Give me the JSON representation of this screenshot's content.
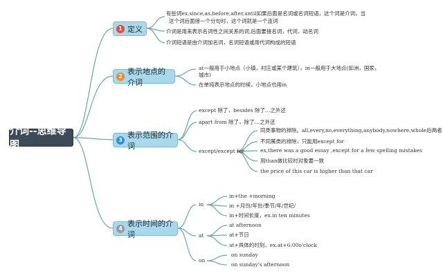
{
  "root": {
    "label": "介词--思维导图"
  },
  "branches": [
    {
      "number": "1",
      "badge_color": "#e54b3c",
      "label": "定义",
      "leaves": [
        "有些词ex.since,as,before,after,until如果后面是名词或名词短语，这个词是介词，当",
        "这个词后面接一个分句时，这个词就是一个连词",
        "介词是用来表示名词性之间关系的词,后面要接名词，代词，动名词",
        "介词短语是由介词加名词，名词短语或用代词构成的短语"
      ]
    },
    {
      "number": "2",
      "badge_color": "#f08a2c",
      "label": "表示地点的介词",
      "leaves": [
        "at一般用于小地点（小镇，村庄或某个建筑），in一般用于大地点(如洲，国家，",
        "城市)",
        "在单纯表示地点的时候，小地点也用in"
      ]
    },
    {
      "number": "3",
      "badge_color": "#2f8fd8",
      "label": "表示范围的介词",
      "leaves": [
        "except 除了，besides 除了…之外还",
        "apart from 除了，除了…之外还",
        "except/except for"
      ],
      "sub_leaves": [
        "同类事物的排除。all,every,no,everything,anybody,nowhere,whole后两者皆可",
        "不同属类的排除，只能用except for",
        "ex,there was a good essay ,except for a few spelling mistakes",
        "用than做比较时对象要一致",
        "the price of this car is higher than that car"
      ]
    },
    {
      "number": "4",
      "badge_color": "#9a9a9a",
      "label": "表示时间的介词",
      "groups": [
        {
          "label": "in",
          "items": [
            "in+the +morning",
            "in +月份/年份/季节/年/世纪/",
            "in+时间长度，ex.in ten minutes"
          ]
        },
        {
          "label": "at",
          "items": [
            "at afternoon",
            "at+节日",
            "at+具体的时刻，ex.at+6:00o'clock"
          ]
        },
        {
          "label": "on",
          "items": [
            "on sunday",
            "on sunday's afternoon"
          ]
        }
      ]
    }
  ],
  "colors": {
    "line": "#6aa6a0",
    "branch_fill": "#a9d8ea",
    "root_fill": "#3e4a57"
  }
}
